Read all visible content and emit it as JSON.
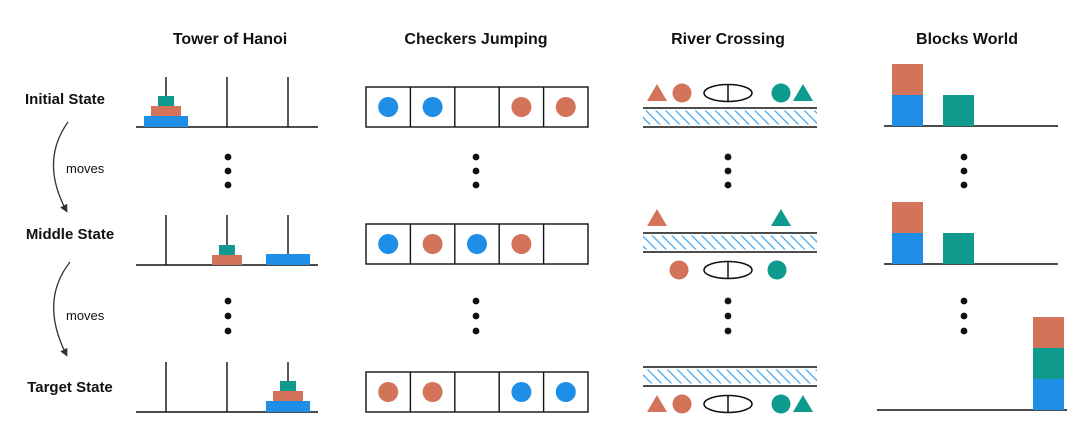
{
  "columns": [
    {
      "id": "hanoi",
      "title": "Tower of Hanoi"
    },
    {
      "id": "checkers",
      "title": "Checkers Jumping"
    },
    {
      "id": "river",
      "title": "River Crossing"
    },
    {
      "id": "blocks",
      "title": "Blocks World"
    }
  ],
  "rows": [
    {
      "id": "initial",
      "label": "Initial State"
    },
    {
      "id": "middle",
      "label": "Middle State"
    },
    {
      "id": "target",
      "label": "Target State"
    }
  ],
  "transitions": [
    {
      "label": "moves"
    },
    {
      "label": "moves"
    }
  ],
  "colors": {
    "blue": "#1e8ee6",
    "orange": "#d3735a",
    "teal": "#0f9a8e",
    "line": "#111111",
    "hatch": "#3aa3ea"
  },
  "states": {
    "hanoi": {
      "initial": {
        "peg1": [
          "large",
          "medium",
          "small"
        ],
        "peg2": [],
        "peg3": []
      },
      "middle": {
        "peg1": [],
        "peg2": [
          "medium",
          "small"
        ],
        "peg3": [
          "large"
        ]
      },
      "target": {
        "peg1": [],
        "peg2": [],
        "peg3": [
          "large",
          "medium",
          "small"
        ]
      }
    },
    "checkers": {
      "initial": [
        "blue",
        "blue",
        "empty",
        "orange",
        "orange"
      ],
      "middle": [
        "blue",
        "orange",
        "blue",
        "orange",
        "empty"
      ],
      "target": [
        "orange",
        "orange",
        "empty",
        "blue",
        "blue"
      ]
    },
    "river": {
      "initial": {
        "boat_bank": "top",
        "top_left": [
          "orange-triangle",
          "orange-circle"
        ],
        "top_right": [
          "teal-circle",
          "teal-triangle"
        ],
        "bottom_left": [],
        "bottom_right": []
      },
      "middle": {
        "boat_bank": "bottom",
        "top_left": [
          "orange-triangle"
        ],
        "top_right": [
          "teal-triangle"
        ],
        "bottom_left": [
          "orange-circle"
        ],
        "bottom_right": [
          "teal-circle"
        ]
      },
      "target": {
        "boat_bank": "bottom",
        "top_left": [],
        "top_right": [],
        "bottom_left": [
          "orange-triangle",
          "orange-circle"
        ],
        "bottom_right": [
          "teal-circle",
          "teal-triangle"
        ]
      }
    },
    "blocks": {
      "initial": {
        "stacks": [
          [
            "blue",
            "orange"
          ],
          [
            "teal"
          ]
        ]
      },
      "middle": {
        "stacks": [
          [
            "blue",
            "orange"
          ],
          [
            "teal"
          ]
        ]
      },
      "target": {
        "stacks": [
          [
            "blue",
            "teal",
            "orange"
          ]
        ]
      }
    }
  }
}
